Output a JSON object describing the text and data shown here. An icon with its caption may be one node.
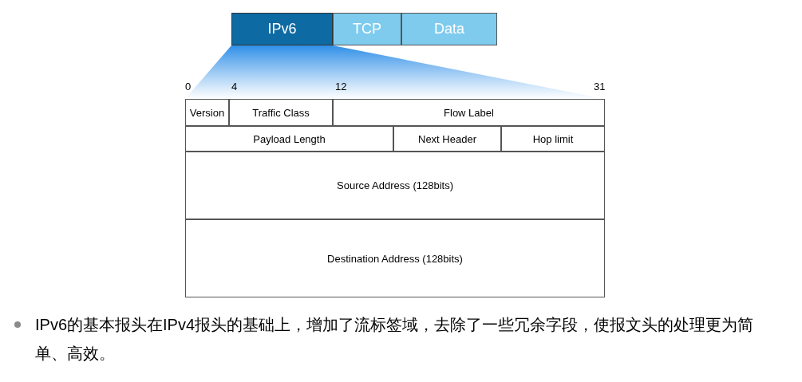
{
  "diagram": {
    "nodes": [
      {
        "text": [
          "IPv6"
        ]
      },
      {
        "text": [
          "TCP"
        ]
      },
      {
        "text": [
          "Data"
        ]
      },
      {
        "text": [
          "Version"
        ]
      },
      {
        "text": [
          "Traffic Class"
        ]
      },
      {
        "text": [
          "Flow Label"
        ]
      },
      {
        "text": [
          "Payload Length"
        ]
      },
      {
        "text": [
          "Next Header"
        ]
      },
      {
        "text": [
          "Hop limit"
        ]
      },
      {
        "text": [
          "Source Address (128bits)"
        ]
      },
      {
        "text": [
          "Destination Address (128bits)"
        ]
      }
    ],
    "labels": [
      "0",
      "4",
      "12",
      "31",
      "IPv6的基本报头在IPv4报头的基础上，增加了流标签域，去除了一些冗余字段，使报文头的处理更为简单、高效。"
    ]
  }
}
